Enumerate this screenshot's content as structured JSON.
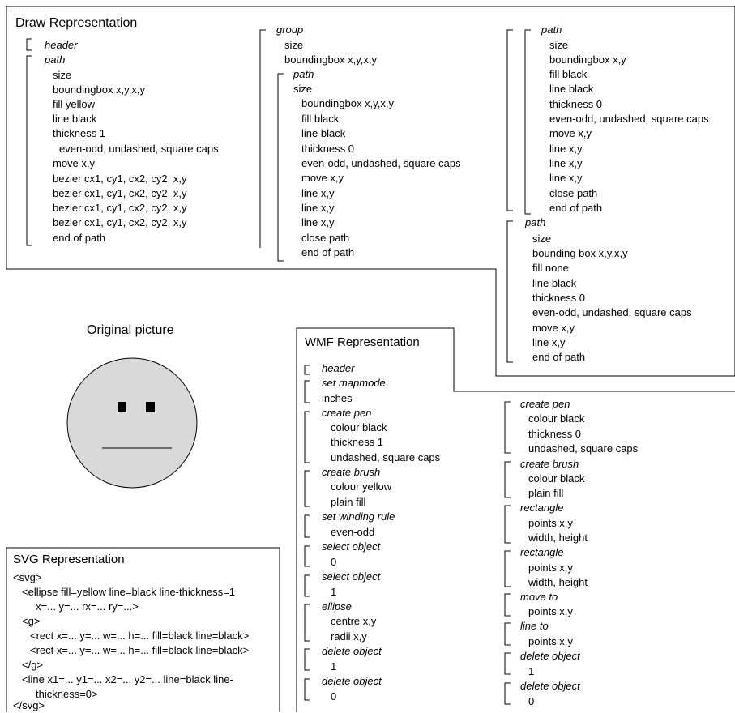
{
  "draw": {
    "title": "Draw Representation",
    "col1": [
      "header",
      "path",
      "size",
      "boundingbox x,y,x,y",
      "fill yellow",
      "line black",
      "thickness 1",
      "even-odd, undashed, square caps",
      "move x,y",
      "bezier cx1, cy1, cx2, cy2, x,y",
      "bezier cx1, cy1, cx2, cy2, x,y",
      "bezier cx1, cy1, cx2, cy2, x,y",
      "bezier cx1, cy1, cx2, cy2, x,y",
      "end of path"
    ],
    "col2": [
      "group",
      "size",
      "boundingbox x,y,x,y",
      "path",
      "size",
      "boundingbox x,y,x,y",
      "fill black",
      "line black",
      "thickness 0",
      "even-odd, undashed, square caps",
      "move x,y",
      "line x,y",
      "line x,y",
      "line x,y",
      "close path",
      "end of path"
    ],
    "col3a": [
      "path",
      "size",
      "boundingbox x,y",
      "fill black",
      "line black",
      "thickness 0",
      "even-odd, undashed, square caps",
      "move x,y",
      "line x,y",
      "line x,y",
      "line x,y",
      "close path",
      "end of path"
    ],
    "col3b": [
      "path",
      "size",
      "bounding box x,y,x,y",
      "fill none",
      "line black",
      "thickness 0",
      "even-odd, undashed, square caps",
      "move x,y",
      "line x,y",
      "end of path"
    ]
  },
  "original": {
    "title": "Original picture"
  },
  "wmf": {
    "title": "WMF Representation",
    "col1": [
      "header",
      "set mapmode",
      "inches",
      "create pen",
      "colour black",
      "thickness 1",
      "undashed, square caps",
      "create brush",
      "colour yellow",
      "plain fill",
      "set winding rule",
      "even-odd",
      "select object",
      "0",
      "select object",
      "1",
      "ellipse",
      "centre x,y",
      "radii x,y",
      "delete object",
      "1",
      "delete object",
      "0"
    ],
    "col2": [
      "create pen",
      "colour black",
      "thickness 0",
      "undashed, square caps",
      "create brush",
      "colour black",
      "plain fill",
      "rectangle",
      "points x,y",
      "width, height",
      "rectangle",
      "points x,y",
      "width, height",
      "move to",
      "points x,y",
      "line to",
      "points x,y",
      "delete object",
      "1",
      "delete object",
      "0"
    ]
  },
  "svg_rep": {
    "title": "SVG Representation",
    "lines": [
      "<svg>",
      "<ellipse fill=yellow line=black line-thickness=1",
      "x=... y=... rx=... ry=...>",
      "<g>",
      "<rect x=... y=... w=... h=... fill=black line=black>",
      "<rect x=... y=... w=... h=... fill=black line=black>",
      "</g>",
      "<line x1=... y1=... x2=... y2=... line=black line-",
      "thickness=0>",
      "</svg>"
    ]
  },
  "colors": {
    "face": "#d9d9d9",
    "ink": "#000000"
  }
}
